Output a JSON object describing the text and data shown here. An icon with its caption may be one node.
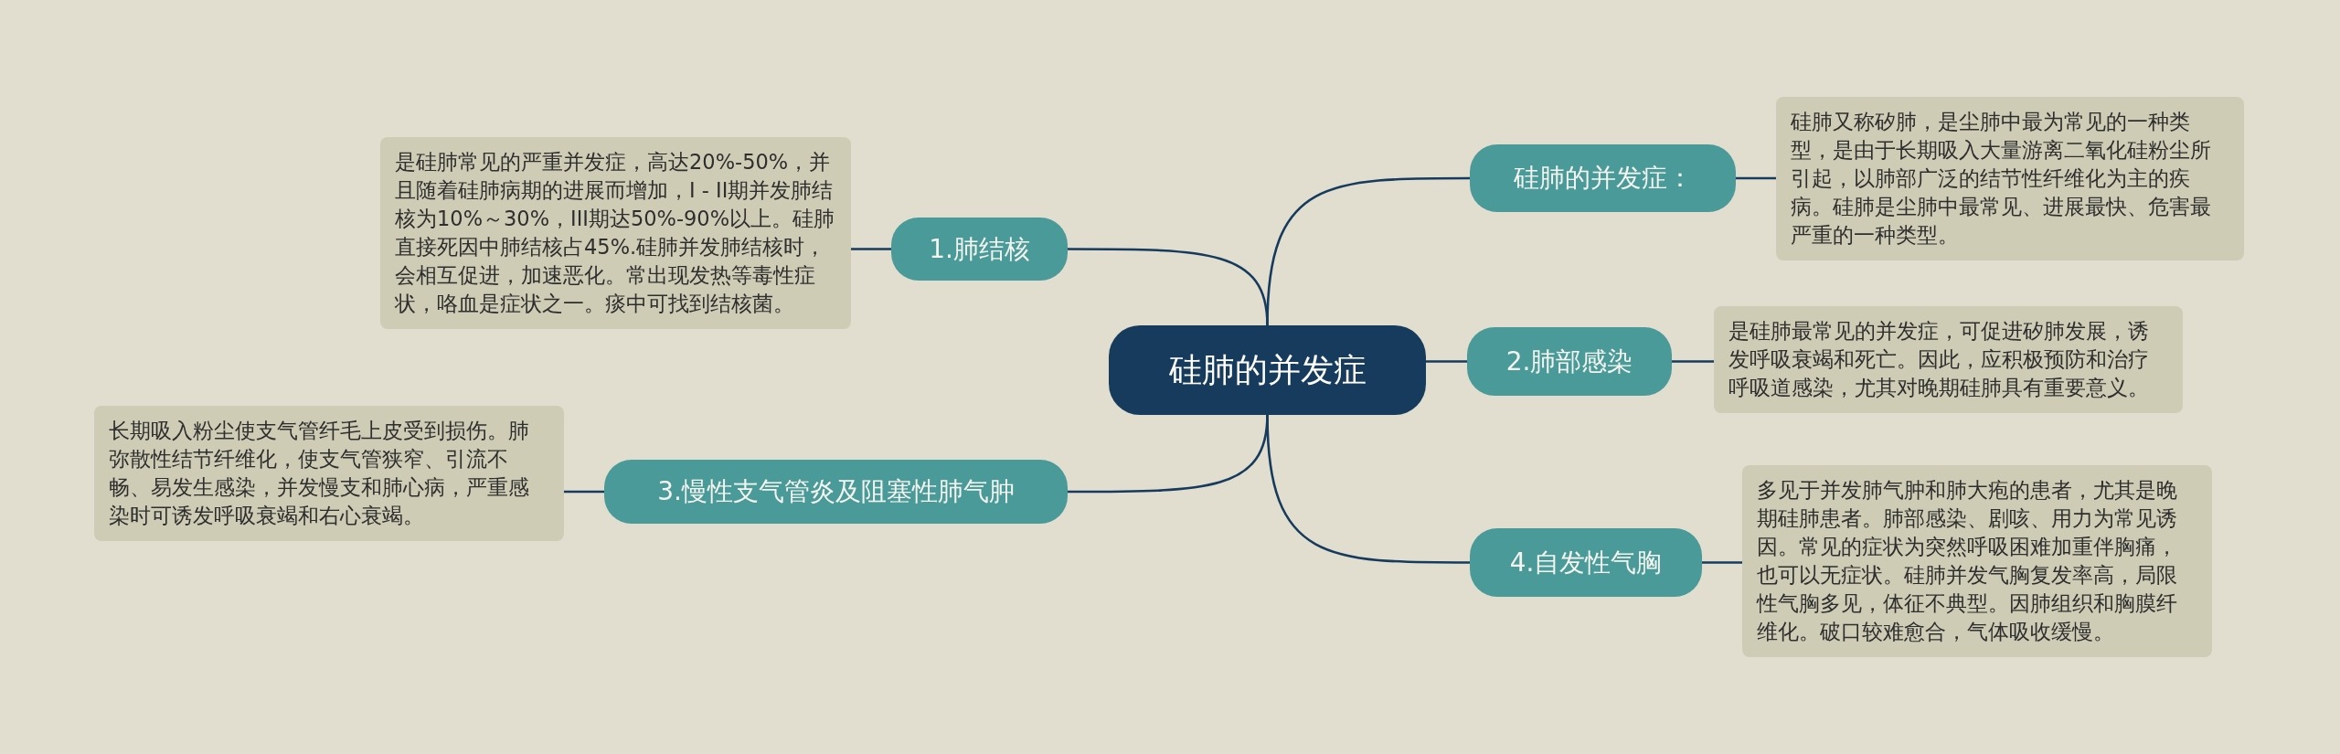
{
  "diagram": {
    "nodes": [
      {
        "text": [
          "硅肺的并发症"
        ]
      },
      {
        "text": [
          "硅肺的并发症："
        ]
      },
      {
        "text": [
          "硅肺又称矽肺，是尘肺中最为常见的一种类型，是由于长期吸入大量游离二氧化硅粉尘所引起，以肺部广泛的结节性纤维化为主的疾病。硅肺是尘肺中最常见、进展最快、危害最严重的一种类型。"
        ]
      },
      {
        "text": [
          "1.肺结核"
        ]
      },
      {
        "text": [
          "是硅肺常见的严重并发症，高达20%-50%，并且随着硅肺病期的进展而增加，I - II期并发肺结核为10%～30%，III期达50%-90%以上。硅肺直接死因中肺结核占45%.硅肺并发肺结核时，会相互促进，加速恶化。常出现发热等毒性症状，咯血是症状之一。痰中可找到结核菌。"
        ]
      },
      {
        "text": [
          "2.肺部感染"
        ]
      },
      {
        "text": [
          "是硅肺最常见的并发症，可促进矽肺发展，诱发呼吸衰竭和死亡。因此，应积极预防和治疗呼吸道感染，尤其对晚期硅肺具有重要意义。"
        ]
      },
      {
        "text": [
          "3.慢性支气管炎及阻塞性肺气肿"
        ]
      },
      {
        "text": [
          "长期吸入粉尘使支气管纤毛上皮受到损伤。肺弥散性结节纤维化，使支气管狭窄、引流不畅、易发生感染，并发慢支和肺心病，严重感染时可诱发呼吸衰竭和右心衰竭。"
        ]
      },
      {
        "text": [
          "4.自发性气胸"
        ]
      },
      {
        "text": [
          "多见于并发肺气肿和肺大疱的患者，尤其是晚期硅肺患者。肺部感染、剧咳、用力为常见诱因。常见的症状为突然呼吸困难加重伴胸痛，也可以无症状。硅肺并发气胸复发率高，局限性气胸多见，体征不典型。因肺组织和胸膜纤维化。破口较难愈合，气体吸收缓慢。"
        ]
      }
    ],
    "edges": [
      {
        "from": 0,
        "to": 1,
        "arrow": "none"
      },
      {
        "from": 1,
        "to": 2,
        "arrow": "none"
      },
      {
        "from": 0,
        "to": 3,
        "arrow": "none"
      },
      {
        "from": 3,
        "to": 4,
        "arrow": "none"
      },
      {
        "from": 0,
        "to": 5,
        "arrow": "none"
      },
      {
        "from": 5,
        "to": 6,
        "arrow": "none"
      },
      {
        "from": 0,
        "to": 7,
        "arrow": "none"
      },
      {
        "from": 7,
        "to": 8,
        "arrow": "none"
      },
      {
        "from": 0,
        "to": 9,
        "arrow": "none"
      },
      {
        "from": 9,
        "to": 10,
        "arrow": "none"
      }
    ]
  }
}
